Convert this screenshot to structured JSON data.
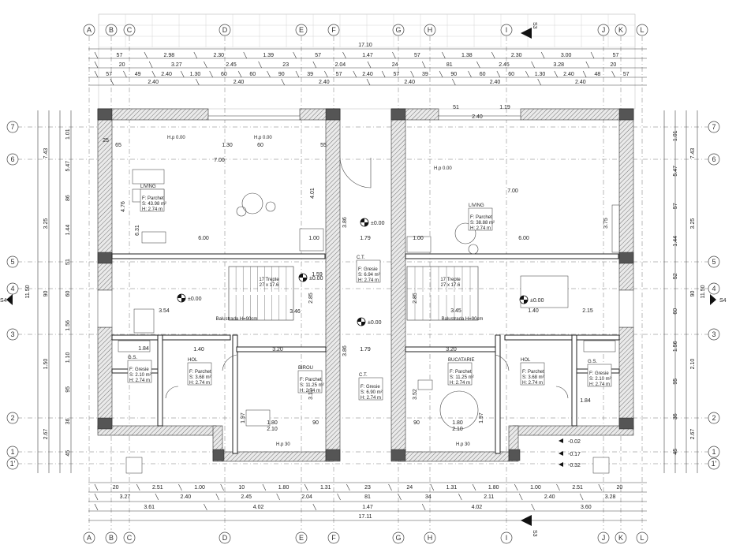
{
  "grid_columns": [
    {
      "label": "A"
    },
    {
      "label": "B"
    },
    {
      "label": "C"
    },
    {
      "label": "D"
    },
    {
      "label": "E"
    },
    {
      "label": "F"
    },
    {
      "label": "G"
    },
    {
      "label": "H"
    },
    {
      "label": "I"
    },
    {
      "label": "J"
    },
    {
      "label": "K"
    },
    {
      "label": "L"
    }
  ],
  "grid_rows": [
    {
      "label": "7"
    },
    {
      "label": "6"
    },
    {
      "label": "5"
    },
    {
      "label": "4"
    },
    {
      "label": "3"
    },
    {
      "label": "2"
    },
    {
      "label": "1"
    },
    {
      "label": "1'"
    }
  ],
  "sections": {
    "s3": "S3",
    "s4": "S4"
  },
  "top_dims": {
    "overall": "17.10",
    "row1": [
      "57",
      "2.98",
      "2.30",
      "1.39",
      "57",
      "1.47",
      "57",
      "1.38",
      "2.30",
      "3.00",
      "57"
    ],
    "row2": [
      "20",
      "3.27",
      "2.45",
      "23",
      "2.04",
      "24",
      "81",
      "2.45",
      "3.28",
      "20"
    ],
    "row3": [
      "57",
      "49",
      "2.40",
      "1.30",
      "60",
      "60",
      "90",
      "39",
      "57",
      "2.40",
      "57",
      "39",
      "90",
      "60",
      "60",
      "1.30",
      "2.40",
      "48",
      "57"
    ],
    "row4": [
      "2.40",
      "2.40",
      "2.40",
      "2.40",
      "2.40",
      "2.40"
    ]
  },
  "bottom_dims": {
    "overall": "17.11",
    "row1": [
      "20",
      "2.51",
      "1.00",
      "10",
      "1.80",
      "1.31",
      "23",
      "24",
      "1.31",
      "1.80",
      "1.00",
      "2.51",
      "20"
    ],
    "row2": [
      "3.27",
      "2.40",
      "2.45",
      "2.04",
      "81",
      "34",
      "2.11",
      "2.40",
      "3.28"
    ],
    "row3": [
      "3.61",
      "4.02",
      "1.47",
      "4.02",
      "3.60"
    ]
  },
  "left_dims": {
    "overall": "11.50",
    "chain_a": [
      "1.01",
      "5.47",
      "86",
      "1.44",
      "51",
      "60",
      "1.56",
      "1.10",
      "95",
      "36",
      "45"
    ],
    "chain_b": [
      "7.43",
      "3.25",
      "90",
      "1.50",
      "2.67"
    ]
  },
  "right_dims": {
    "overall": "11.50",
    "chain_a": [
      "1.01",
      "5.47",
      "57",
      "1.44",
      "52",
      "60",
      "1.56",
      "95",
      "36",
      "45"
    ],
    "chain_b": [
      "7.43",
      "3.25",
      "90",
      "2.10",
      "2.67"
    ]
  },
  "rooms": {
    "living_left": {
      "name": "LIVING",
      "floor": "F: Parchet",
      "area": "S: 43.98 m²",
      "height": "H: 2.74 m"
    },
    "living_right": {
      "name": "LIVING",
      "floor": "F: Parchet",
      "area": "S: 38.88 m²",
      "height": "H: 2.74 m"
    },
    "birou": {
      "name": "BIROU",
      "floor": "F: Parchet",
      "area": "S: 11.25 m²",
      "height": "H: 2.74 m"
    },
    "bucatarie": {
      "name": "BUCATARIE",
      "floor": "F: Parchet",
      "area": "S: 11.25 m²",
      "height": "H: 2.74 m"
    },
    "hol_left": {
      "name": "HOL",
      "floor": "F: Parchet",
      "area": "S: 3.68 m²",
      "height": "H: 2.74 m"
    },
    "hol_right": {
      "name": "HOL",
      "floor": "F: Parchet",
      "area": "S: 3.68 m²",
      "height": "H: 2.74 m"
    },
    "gs_left": {
      "name": "G.S.",
      "floor": "F: Gresie",
      "area": "S: 2.10 m²",
      "height": "H: 2.74 m"
    },
    "gs_right": {
      "name": "G.S.",
      "floor": "F: Gresie",
      "area": "S: 2.10 m²",
      "height": "H: 2.74 m"
    },
    "ct_top": {
      "name": "C.T.",
      "floor": "F: Gresie",
      "area": "S: 6.94 m²",
      "height": "H: 2.74 m"
    },
    "ct_bottom": {
      "name": "C.T.",
      "floor": "F: Gresie",
      "area": "S: 6.90 m²",
      "height": "H: 2.74 m"
    }
  },
  "stairs": {
    "left": {
      "title": "17 Trepte",
      "size": "27 x 17.6"
    },
    "right": {
      "title": "17 Trepte",
      "size": "27 x 17.6"
    },
    "balustrade_left": "Balustrada H=90cm",
    "balustrade_right": "Balustrada H=90cm"
  },
  "levels": {
    "zero_1": "±0.00",
    "zero_2": "±0.00",
    "zero_3": "±0.00",
    "zero_4": "±0.00",
    "zero_5": "±0.00",
    "m002": "-0.02",
    "m017": "-0.17",
    "m032": "-0.32",
    "hp_top_left": "H.p 0.00",
    "hp_top_mid": "H.p 0.00",
    "hp_top_right": "H.p 0.00",
    "hp_bottom_left": "H.p 30",
    "hp_bottom_right": "H.p 30"
  },
  "interior_dims": {
    "w700_left": "7.00",
    "w700_right": "7.00",
    "w600_left": "6.00",
    "w600_right": "6.00",
    "w100_a": "1.00",
    "w100_b": "1.00",
    "w179_a": "1.79",
    "w179_b": "1.79",
    "w386_a": "3.86",
    "w386_b": "3.86",
    "w320_a": "3.20",
    "w320_b": "3.20",
    "w354": "3.54",
    "w345": "3.45",
    "w215": "2.15",
    "w140_a": "1.40",
    "w140_b": "1.40",
    "w184_a": "1.84",
    "w184_b": "1.84",
    "w180_a": "1.80",
    "w180_b": "1.80",
    "w210_a": "2.10",
    "w210_b": "2.10",
    "w476": "4.76",
    "w631": "6.31",
    "w401": "4.01",
    "w375": "3.75",
    "w159": "1.59",
    "w285_a": "2.85",
    "w285_b": "2.85",
    "w346": "3.46",
    "w312": "3.12",
    "w352": "3.52",
    "w197_a": "1.97",
    "w197_b": "1.97",
    "w90_a": "90",
    "w90_b": "90",
    "w25": "25",
    "w65": "65",
    "w55": "55",
    "w130": "1.30",
    "w60": "60",
    "w240": "2.40",
    "w119": "1.19",
    "w51": "51"
  }
}
